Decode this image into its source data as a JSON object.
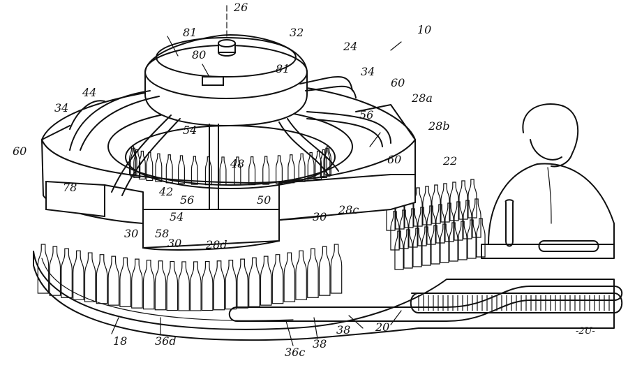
{
  "labels": {
    "n10": "10",
    "n26": "26",
    "n32": "32",
    "n24": "24",
    "n81a": "81",
    "n81b": "81",
    "n80": "80",
    "n34a": "34",
    "n34b": "34",
    "n44": "44",
    "n60a": "60",
    "n60b": "60",
    "n60c": "60",
    "n28a": "28a",
    "n28b": "28b",
    "n28c": "28c",
    "n28d": "28d",
    "n56a": "56",
    "n56b": "56",
    "n54a": "54",
    "n54b": "54",
    "n48": "48",
    "n50": "50",
    "n42": "42",
    "n58": "58",
    "n78": "78",
    "n30a": "30",
    "n30b": "30",
    "n30c": "30",
    "n22": "22",
    "n20": "20",
    "n38a": "38",
    "n38b": "38",
    "n36c": "36c",
    "n36d": "36d",
    "n18": "18",
    "sheet": "-2U-"
  }
}
